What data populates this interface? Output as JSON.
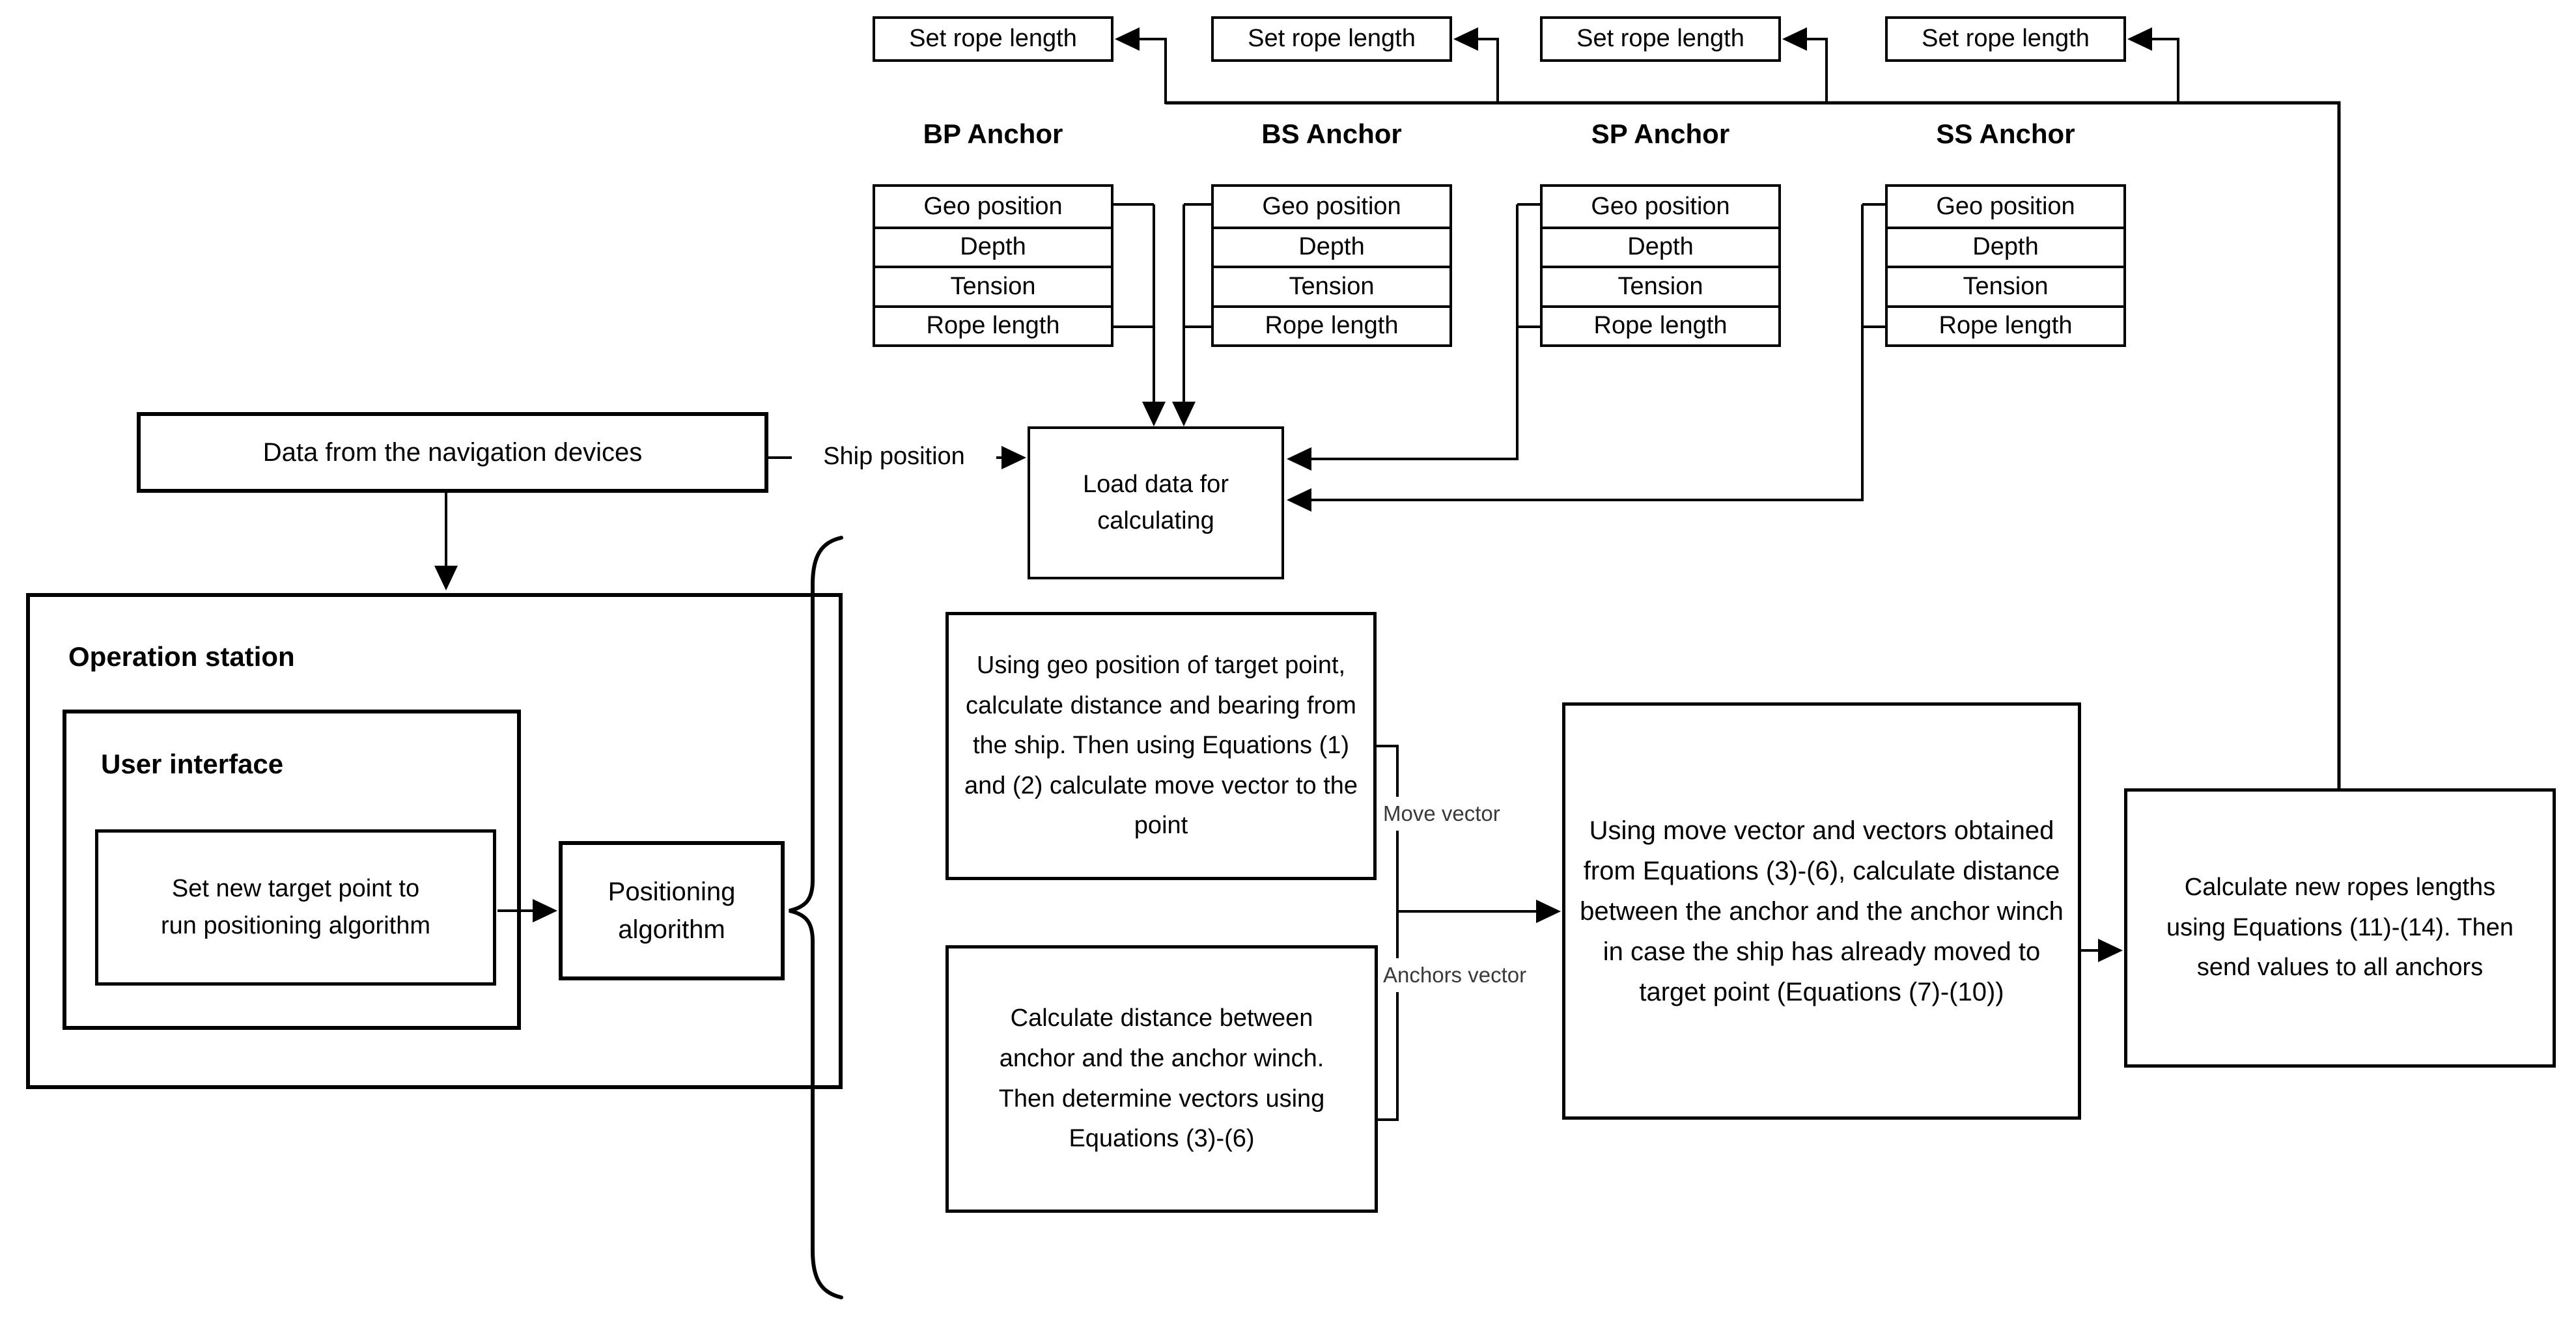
{
  "diagram": {
    "anchors": [
      {
        "id": "bp",
        "command": "Set rope length",
        "title": "BP Anchor",
        "rows": [
          "Geo position",
          "Depth",
          "Tension",
          "Rope length"
        ]
      },
      {
        "id": "bs",
        "command": "Set rope length",
        "title": "BS Anchor",
        "rows": [
          "Geo position",
          "Depth",
          "Tension",
          "Rope length"
        ]
      },
      {
        "id": "sp",
        "command": "Set rope length",
        "title": "SP Anchor",
        "rows": [
          "Geo position",
          "Depth",
          "Tension",
          "Rope length"
        ]
      },
      {
        "id": "ss",
        "command": "Set rope length",
        "title": "SS Anchor",
        "rows": [
          "Geo position",
          "Depth",
          "Tension",
          "Rope length"
        ]
      }
    ],
    "nav_source": "Data from the navigation devices",
    "ship_position_label": "Ship position",
    "load_data": "Load data for calculating",
    "operation_station": {
      "title": "Operation station",
      "user_interface": {
        "title": "User interface",
        "set_target": "Set new target point to run positioning algorithm"
      },
      "positioning_algorithm": "Positioning algorithm"
    },
    "pipeline": {
      "move_vector_box": "Using geo position of target point, calculate distance and bearing from the ship. Then using Equations (1) and (2) calculate move vector to the point",
      "anchors_vector_box": "Calculate distance between anchor and the anchor winch. Then determine vectors using Equations (3)-(6)",
      "move_vector_label": "Move vector",
      "anchors_vector_label": "Anchors vector",
      "distance_box": "Using move vector and vectors obtained from Equations (3)-(6), calculate distance between the anchor and the anchor winch in case the ship has already moved to target point (Equations (7)-(10))",
      "send_box": "Calculate new ropes lengths using Equations (11)-(14). Then send values to all anchors"
    },
    "colors": {
      "line": "#000000",
      "label_text": "#3a3a3a",
      "background": "#ffffff"
    }
  }
}
